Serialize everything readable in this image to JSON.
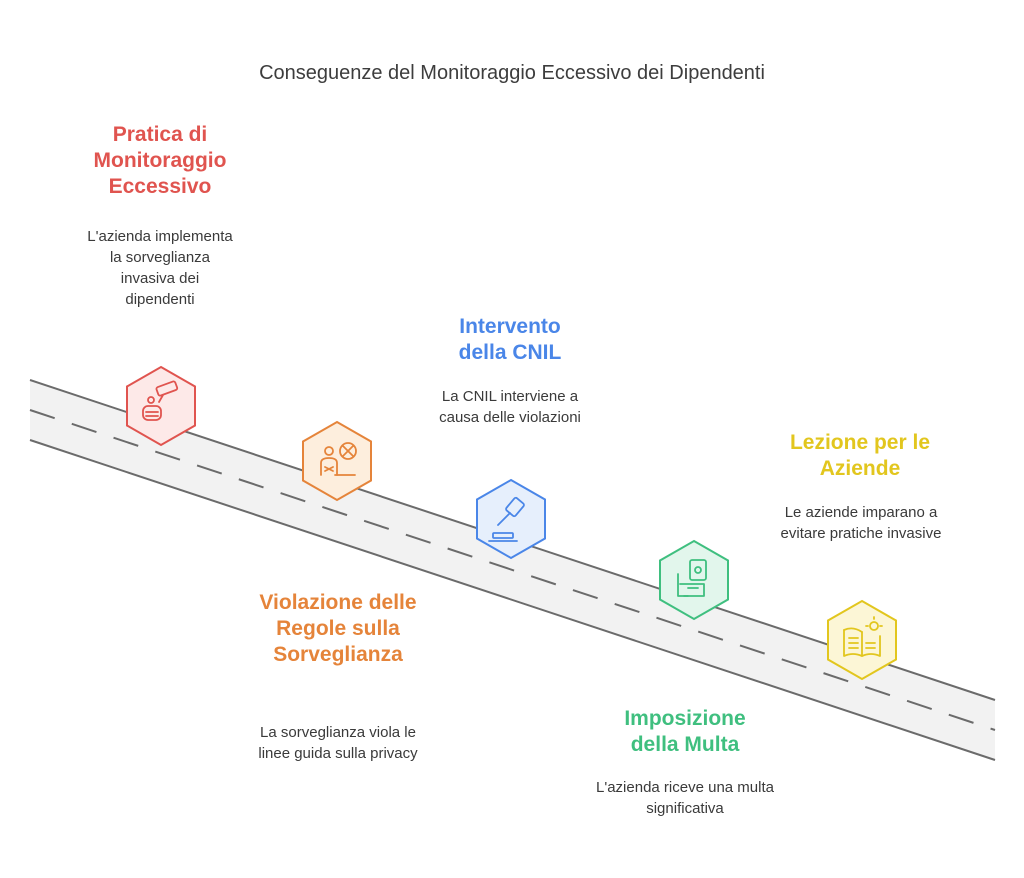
{
  "title": "Conseguenze del Monitoraggio Eccessivo dei Dipendenti",
  "colors": {
    "road": "#f2f2f2",
    "road_edge": "#6b6b6b",
    "dash": "#6b6b6b"
  },
  "steps": [
    {
      "title": "Pratica di Monitoraggio Eccessivo",
      "description": "L'azienda implementa la sorveglianza invasiva dei dipendenti",
      "icon": "surveillance-camera-icon",
      "color": "#e0544f",
      "fill": "#fde9e8"
    },
    {
      "title": "Violazione delle Regole sulla Sorveglianza",
      "description": "La sorveglianza viola le linee guida sulla privacy",
      "icon": "rule-violation-icon",
      "color": "#e5843a",
      "fill": "#fdeedd"
    },
    {
      "title": "Intervento della CNIL",
      "description": "La CNIL interviene a causa delle violazioni",
      "icon": "gavel-icon",
      "color": "#4a86e8",
      "fill": "#e6effc"
    },
    {
      "title": "Imposizione della Multa",
      "description": "L'azienda riceve una multa significativa",
      "icon": "fine-payment-icon",
      "color": "#3fbf7f",
      "fill": "#e2f6ec"
    },
    {
      "title": "Lezione per le Aziende",
      "description": "Le aziende imparano a evitare pratiche invasive",
      "icon": "lesson-book-icon",
      "color": "#e2c61e",
      "fill": "#fcf6d6"
    }
  ]
}
